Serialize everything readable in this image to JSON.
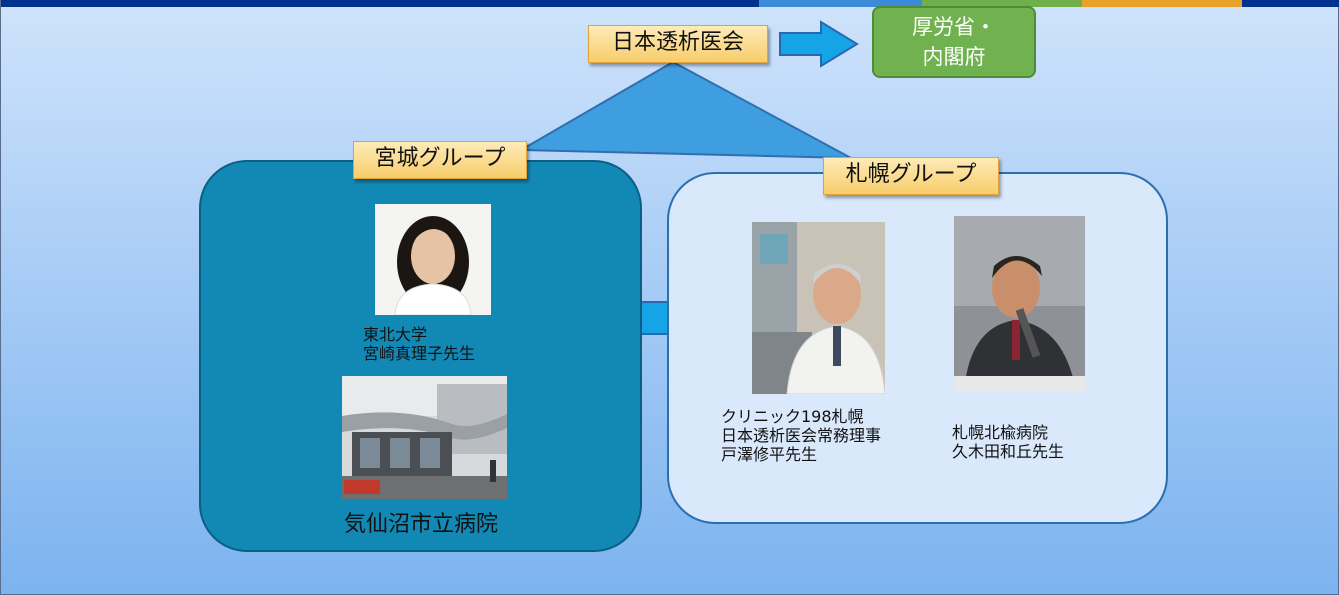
{
  "colors": {
    "top_bar_segments": [
      "#00338d",
      "#3c8bd9",
      "#70b04a",
      "#e6a22a",
      "#00338d"
    ],
    "miyagi_fill": "#1289b5",
    "sapporo_fill": "#d9e8fb",
    "triangle_fill": "#3f9ee0",
    "arrow_fill": "#15a5e6"
  },
  "top_org": {
    "label": "日本透析医会"
  },
  "government": {
    "line1": "厚労省・",
    "line2": "内閣府"
  },
  "miyagi_group": {
    "title": "宮城グループ",
    "doctor_caption_line1": "東北大学",
    "doctor_caption_line2": "宮崎真理子先生",
    "doctor_photo_icon": "woman-portrait-icon",
    "hospital_photo_icon": "hospital-building-icon",
    "hospital_caption": "気仙沼市立病院"
  },
  "sapporo_group": {
    "title": "札幌グループ",
    "doctor1_caption_line1": "クリニック198札幌",
    "doctor1_caption_line2": "日本透析医会常務理事",
    "doctor1_caption_line3": "戸澤修平先生",
    "doctor1_photo_icon": "doctor-portrait-icon",
    "doctor2_caption_line1": "札幌北楡病院",
    "doctor2_caption_line2": "久木田和丘先生",
    "doctor2_photo_icon": "speaker-portrait-icon"
  }
}
